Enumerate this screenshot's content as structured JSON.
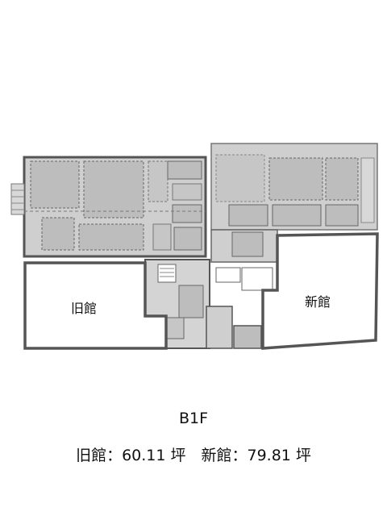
{
  "plan": {
    "old_building_label": "旧館",
    "new_building_label": "新館"
  },
  "caption": {
    "floor": "B1F",
    "area_summary": "旧館：60.11 坪　新館：79.81 坪"
  },
  "colors": {
    "wall": "#555555",
    "fill": "#cfcfcf",
    "room_fill": "#bdbdbd",
    "background": "#ffffff"
  }
}
